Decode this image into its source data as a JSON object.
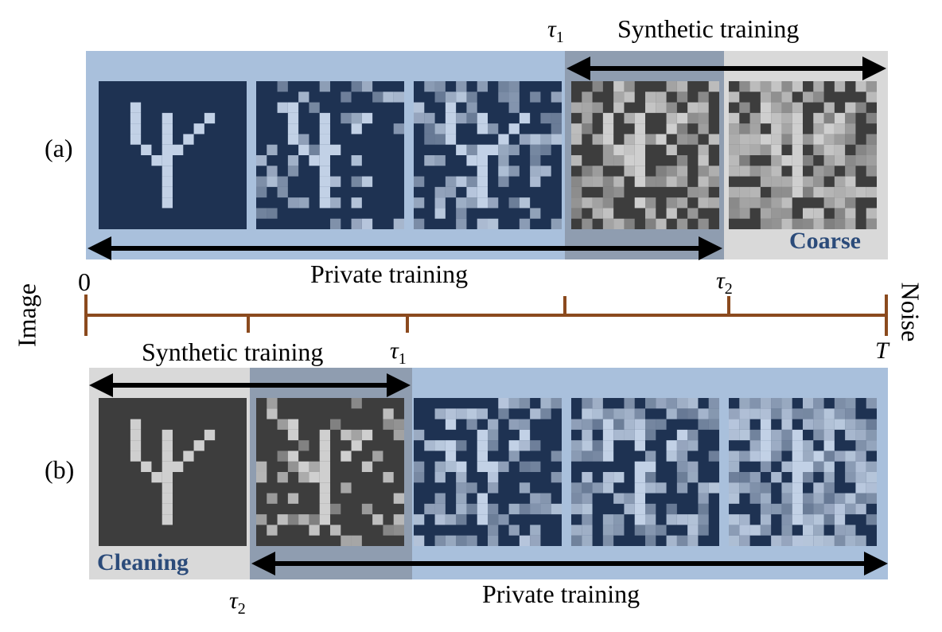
{
  "colors": {
    "private_band": "#a9c0dc",
    "synthetic_band": "#d9d9d9",
    "overlap_band": "#8f9db0",
    "timeline": "#8b4a1e",
    "badge_text": "#2b4b7a",
    "image_dark": "#1e3252",
    "digit": "#c2d1e6"
  },
  "panel_a": {
    "label": "(a)",
    "tau_top": {
      "symbol": "τ",
      "index": "1"
    },
    "synthetic_label": "Synthetic training",
    "private_label": "Private training",
    "tau_bottom": {
      "symbol": "τ",
      "index": "2"
    },
    "badge": "Coarse"
  },
  "axis": {
    "left_end": "Image",
    "right_end": "Noise",
    "zero": "0",
    "t_end": "T"
  },
  "panel_b": {
    "label": "(b)",
    "synthetic_label": "Synthetic training",
    "tau_top": {
      "symbol": "τ",
      "index": "1"
    },
    "badge": "Cleaning",
    "tau_bottom": {
      "symbol": "τ",
      "index": "2"
    },
    "private_label": "Private training"
  },
  "tiles": {
    "noise_levels_a": [
      0.0,
      0.25,
      0.45,
      0.7,
      1.0
    ],
    "noise_levels_b": [
      0.0,
      0.25,
      0.45,
      0.7,
      1.0
    ],
    "icon_names": [
      "digit-tile-clean",
      "digit-tile-light-noise",
      "digit-tile-medium-noise",
      "digit-tile-heavy-noise",
      "digit-tile-pure-noise"
    ]
  }
}
